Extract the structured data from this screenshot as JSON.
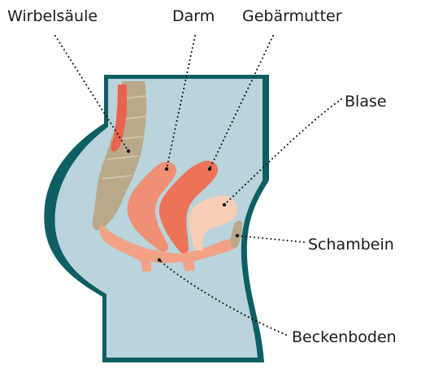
{
  "labels": {
    "spine": "Wirbelsäule",
    "intestine": "Darm",
    "uterus": "Gebärmutter",
    "bladder": "Blase",
    "pubic_bone": "Schambein",
    "pelvic_floor": "Beckenboden"
  },
  "colors": {
    "frame_outline": "#0d5f63",
    "body_fill": "#b9d4da",
    "spine": "#b9a88a",
    "spinal_cord": "#e8624d",
    "intestine": "#ef8f74",
    "uterus": "#ec7359",
    "bladder": "#f8cdb5",
    "pubic_bone": "#b9a88a",
    "pelvic_floor": "#f2a386",
    "leader_dots": "#111111"
  }
}
